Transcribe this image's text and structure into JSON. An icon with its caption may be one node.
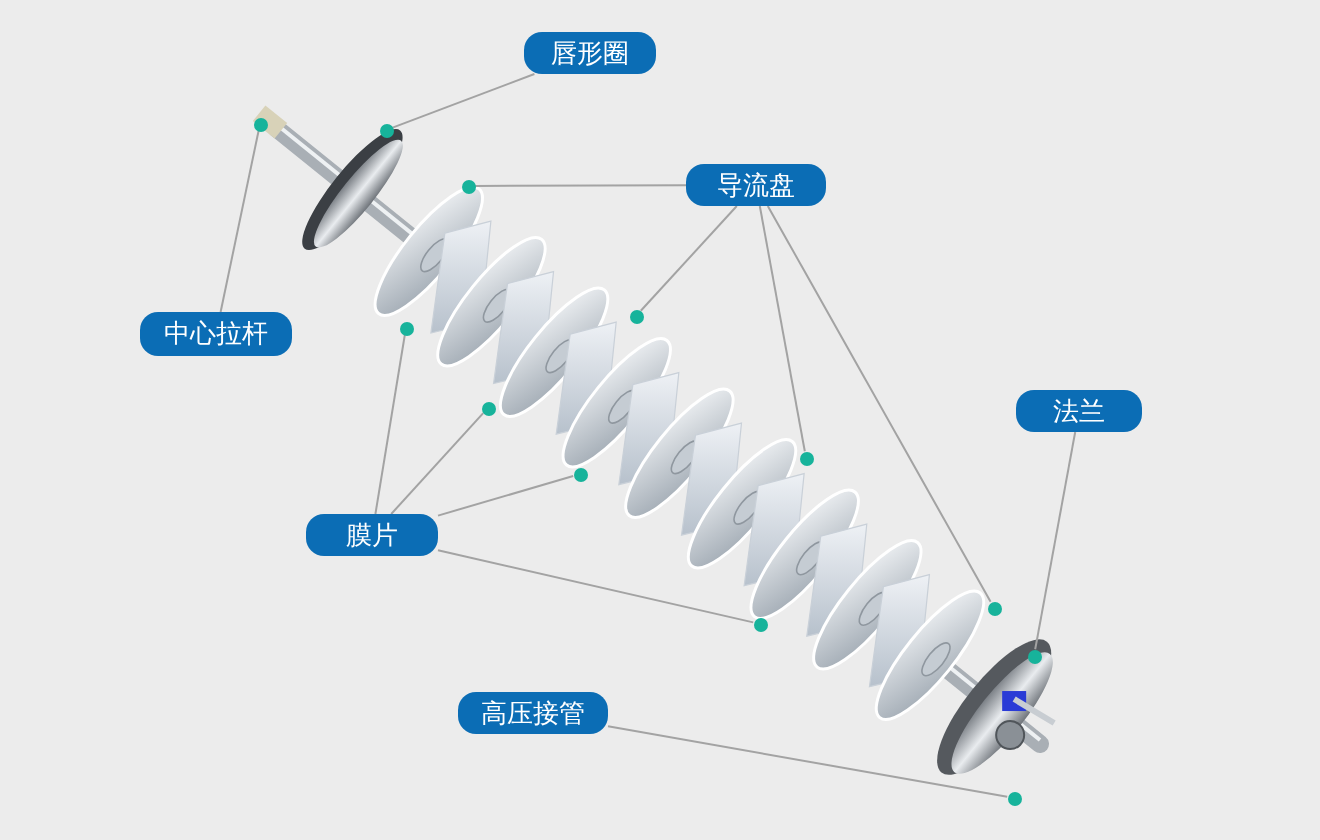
{
  "diagram": {
    "nodes": [
      {
        "text": [
          "唇形圈"
        ]
      },
      {
        "text": [
          "导流盘"
        ]
      },
      {
        "text": [
          "中心拉杆"
        ]
      },
      {
        "text": [
          "法兰"
        ]
      },
      {
        "text": [
          "膜片"
        ]
      },
      {
        "text": [
          "高压接管"
        ]
      },
      {
        "text": [],
        "shape": "circle"
      },
      {
        "text": [],
        "shape": "circle"
      },
      {
        "text": [],
        "shape": "circle"
      },
      {
        "text": [],
        "shape": "circle"
      },
      {
        "text": [],
        "shape": "circle"
      },
      {
        "text": [],
        "shape": "circle"
      },
      {
        "text": [],
        "shape": "circle"
      },
      {
        "text": [],
        "shape": "circle"
      },
      {
        "text": [],
        "shape": "circle"
      },
      {
        "text": [],
        "shape": "circle"
      },
      {
        "text": [],
        "shape": "circle"
      },
      {
        "text": [],
        "shape": "circle"
      }
    ],
    "edges": [
      {
        "from": 0,
        "to": 7,
        "arrow": "none"
      },
      {
        "from": 1,
        "to": 8,
        "arrow": "none"
      },
      {
        "from": 1,
        "to": 10,
        "arrow": "none"
      },
      {
        "from": 1,
        "to": 13,
        "arrow": "none"
      },
      {
        "from": 1,
        "to": 15,
        "arrow": "none"
      },
      {
        "from": 2,
        "to": 6,
        "arrow": "none"
      },
      {
        "from": 3,
        "to": 16,
        "arrow": "none"
      },
      {
        "from": 4,
        "to": 9,
        "arrow": "none"
      },
      {
        "from": 4,
        "to": 11,
        "arrow": "none"
      },
      {
        "from": 4,
        "to": 12,
        "arrow": "none"
      },
      {
        "from": 4,
        "to": 14,
        "arrow": "none"
      },
      {
        "from": 5,
        "to": 17,
        "arrow": "none"
      }
    ]
  }
}
